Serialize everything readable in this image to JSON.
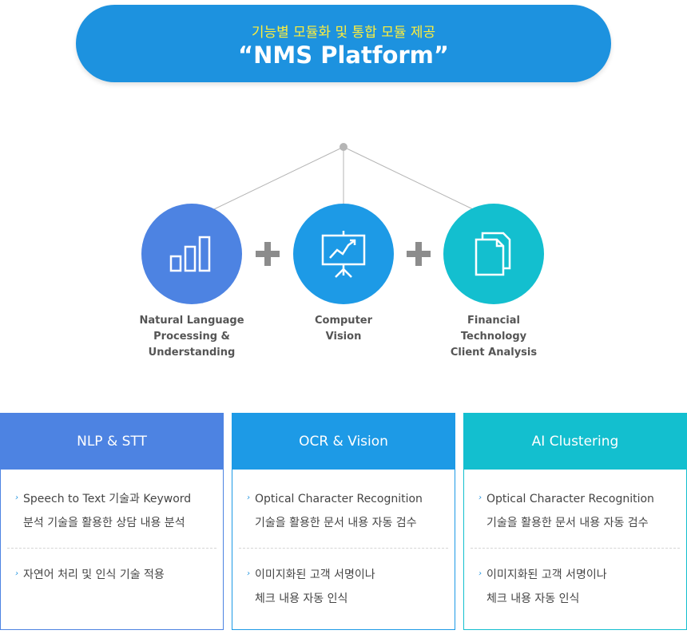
{
  "header": {
    "subtitle": "기능별 모듈화 및 통합 모듈 제공",
    "title": "“NMS Platform”"
  },
  "modules": [
    {
      "label_lines": [
        "Natural Language",
        "Processing &",
        "Understanding"
      ],
      "icon": "bar-chart-icon",
      "color": "#4d83e2"
    },
    {
      "label_lines": [
        "Computer",
        "Vision"
      ],
      "icon": "presentation-board-icon",
      "color": "#1d9ae6"
    },
    {
      "label_lines": [
        "Financial",
        "Technology",
        "Client Analysis"
      ],
      "icon": "documents-icon",
      "color": "#13bfcf"
    }
  ],
  "cards": [
    {
      "title": "NLP & STT",
      "items": [
        [
          "Speech to Text 기술과 Keyword",
          "분석 기술을 활용한 상담 내용 분석"
        ],
        [
          "자연어 처리 및 인식 기술 적용"
        ]
      ]
    },
    {
      "title": "OCR & Vision",
      "items": [
        [
          "Optical Character Recognition",
          "기술을 활용한 문서 내용 자동 검수"
        ],
        [
          "이미지화된 고객 서명이나",
          "체크 내용 자동 인식"
        ]
      ]
    },
    {
      "title": "AI Clustering",
      "items": [
        [
          "Optical Character Recognition",
          "기술을 활용한 문서 내용 자동 검수"
        ],
        [
          "이미지화된 고객 서명이나",
          "체크 내용 자동 인식"
        ]
      ]
    }
  ],
  "colors": {
    "banner": "#1d92df",
    "subtitle": "#ffee3b",
    "connector": "#b5b5b5",
    "plus": "#8c8c8c"
  }
}
